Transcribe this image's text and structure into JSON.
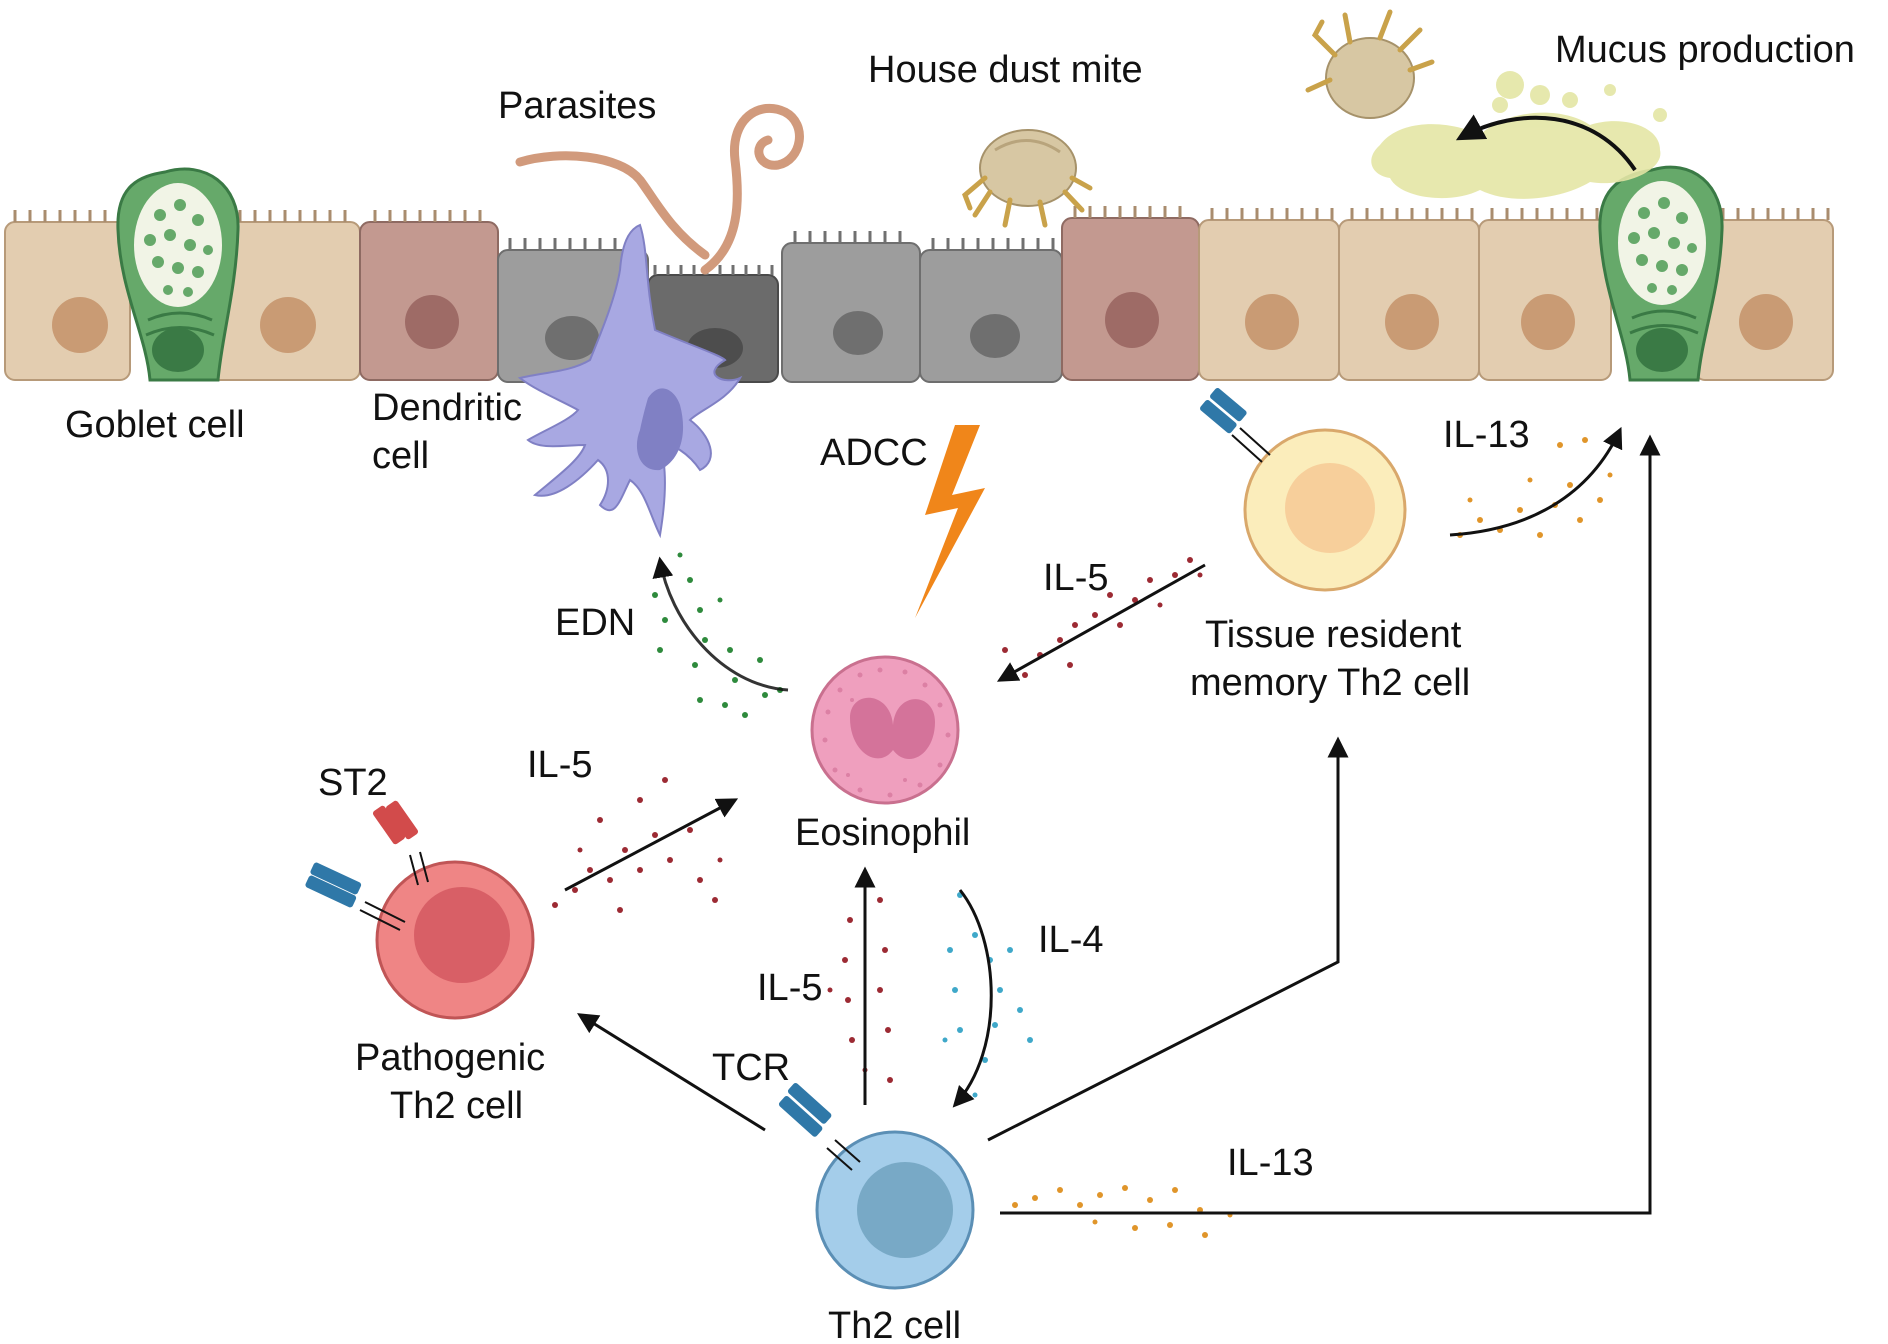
{
  "labels": {
    "goblet_cell": "Goblet cell",
    "dendritic_cell_line1": "Dendritic",
    "dendritic_cell_line2": "cell",
    "parasites": "Parasites",
    "house_dust_mite": "House dust mite",
    "mucus_production": "Mucus production",
    "adcc": "ADCC",
    "edn": "EDN",
    "il5_trm_to_eos": "IL-5",
    "il13_trm": "IL-13",
    "trm_line1": "Tissue resident",
    "trm_line2": "memory Th2 cell",
    "eosinophil": "Eosinophil",
    "st2": "ST2",
    "il5_path_to_eos": "IL-5",
    "il5_th2_to_eos": "IL-5",
    "il4": "IL-4",
    "tcr": "TCR",
    "pathogenic_line1": "Pathogenic",
    "pathogenic_line2": "Th2 cell",
    "il13_th2": "IL-13",
    "th2_cell": "Th2 cell"
  },
  "colors": {
    "epithelial": "#e3cdb0",
    "epithelial_nucleus": "#c99b74",
    "goblet": "#66a96a",
    "goblet_dark": "#3a7a45",
    "goblet_granule": "#f1f4e6",
    "reddish_cell": "#c39990",
    "reddish_nucleus": "#9e6b66",
    "grey_cell": "#9d9d9d",
    "grey_dark_cell": "#6b6b6b",
    "dendritic": "#a8a8e2",
    "dendritic_nucleus": "#8080c4",
    "parasite": "#d19a7c",
    "mite": "#d7c7a3",
    "mucus": "#e4e6a5",
    "lightning": "#f0861a",
    "eosinophil": "#ef9fbe",
    "eosinophil_nucleus": "#d4739a",
    "trm_outer": "#fbedbb",
    "trm_inner": "#f7cf9b",
    "pathogenic_outer": "#ef8585",
    "pathogenic_inner": "#d85f66",
    "th2_outer": "#a4cdea",
    "th2_inner": "#78a9c6",
    "receptor_blue": "#2f78a8",
    "receptor_red": "#d24b4b",
    "il5_dots": "#9c2a33",
    "il13_dots": "#e0952a",
    "il4_dots": "#3fa8c9",
    "edn_dots": "#2e8a3c",
    "arrow": "#111111"
  },
  "icons": {
    "goblet_cell": "goblet-cell-icon",
    "dendritic_cell": "dendritic-cell-icon",
    "parasite": "parasite-worm-icon",
    "mite": "house-dust-mite-icon",
    "mucus": "mucus-blob-icon",
    "lightning": "lightning-bolt-icon",
    "eosinophil": "eosinophil-icon",
    "receptor": "receptor-icon"
  }
}
